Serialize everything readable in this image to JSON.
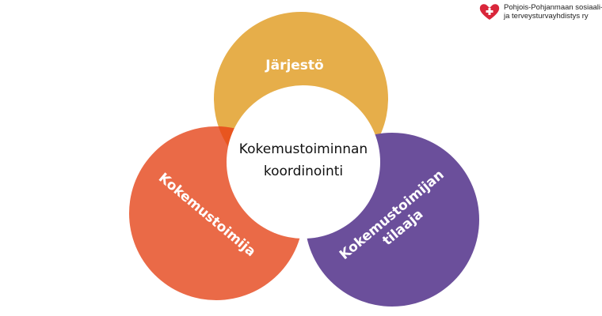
{
  "logo": {
    "line1": "Pohjois-Pohjanmaan sosiaali-",
    "line2": "ja terveysturvayhdistys ry",
    "color": "#d9263a"
  },
  "circles": {
    "top": {
      "label": "Järjestö",
      "color": "#e6ae4a"
    },
    "left": {
      "label": "Kokemustoimija",
      "color": "#ea6a47"
    },
    "right": {
      "label_line1": "Kokemustoimijan",
      "label_line2": "tilaaja",
      "color": "#6b4f9b"
    },
    "center": {
      "label_line1": "Kokemustoiminnan",
      "label_line2": "koordinointi",
      "color": "#ffffff"
    }
  },
  "overlap_color": "#e8551f"
}
